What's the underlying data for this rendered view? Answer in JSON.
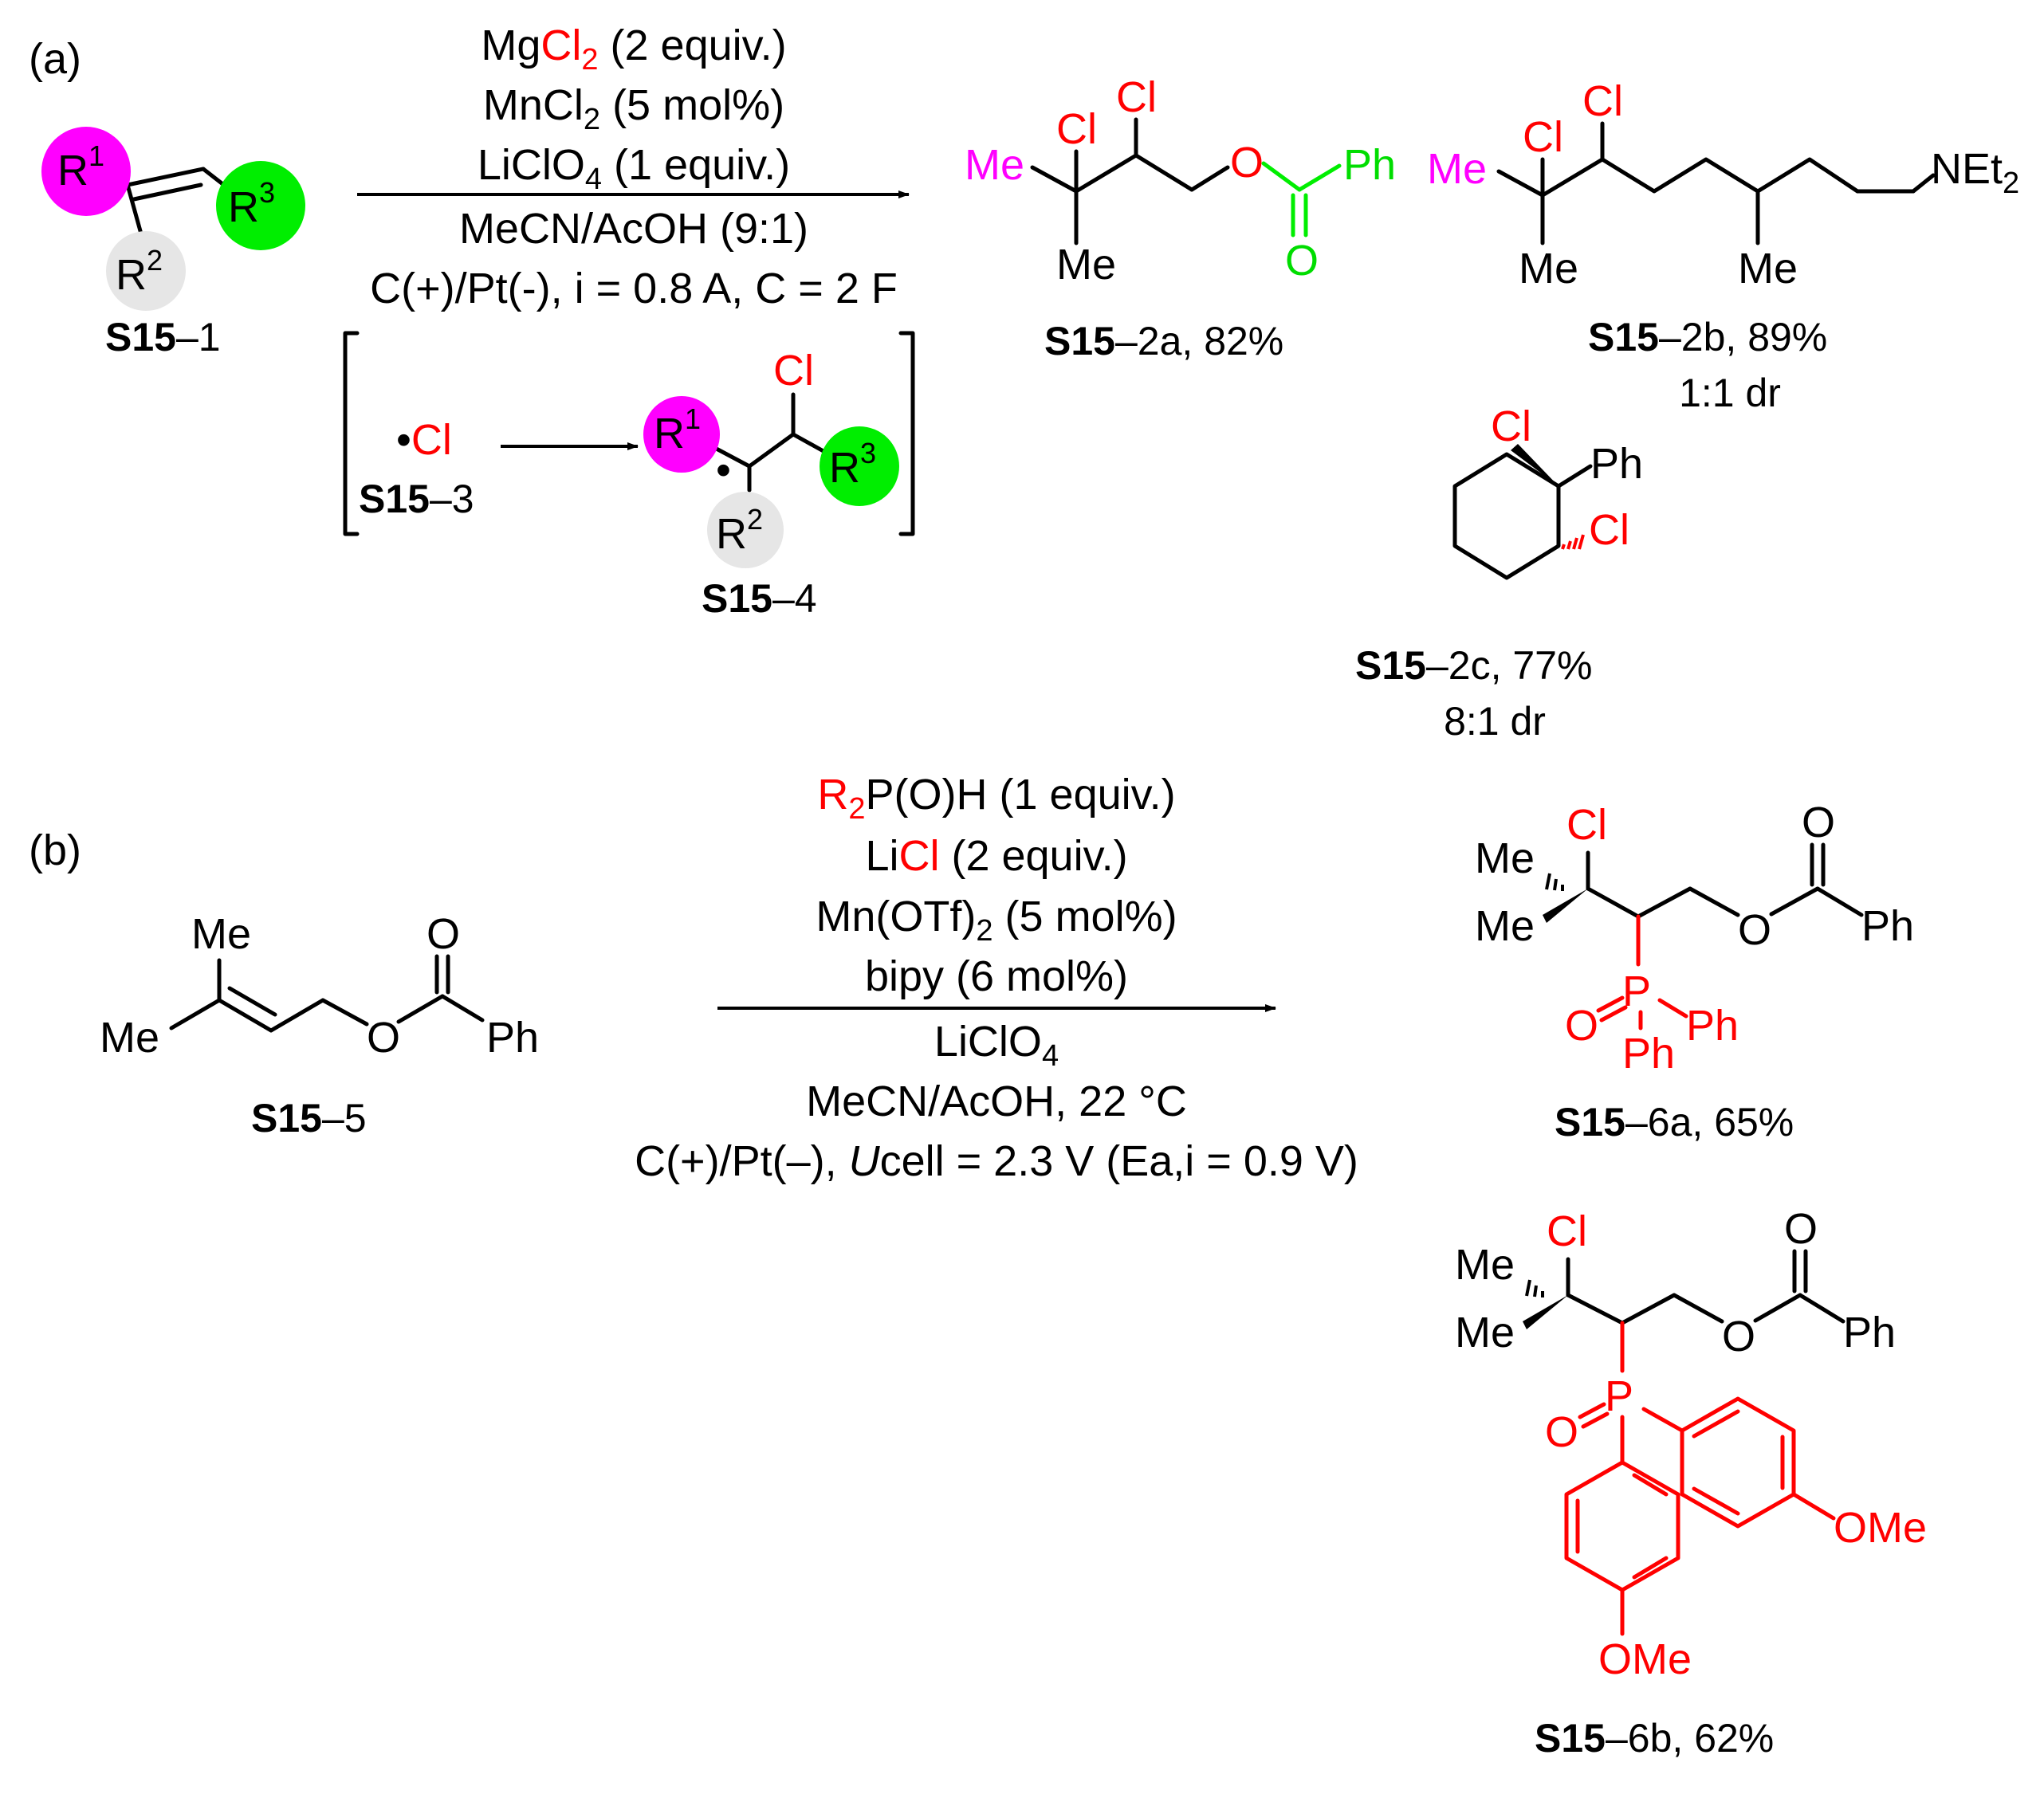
{
  "colors": {
    "halogen": "#ff0000",
    "r1": "#ff00ff",
    "r3": "#00ee00",
    "r2": "#e6e6e6"
  },
  "panel_a": {
    "label": "(a)",
    "reagents": {
      "line1_pre": "Mg",
      "line1_cl": "Cl",
      "line1_sub": "2",
      "line1_post": " (2 equiv.)",
      "line2_pre": "MnCl",
      "line2_sub": "2",
      "line2_post": " (5 mol%)",
      "line3_pre": "LiClO",
      "line3_sub": "4",
      "line3_post": " (1 equiv.)",
      "line4": "MeCN/AcOH (9:1)",
      "line5": "C(+)/Pt(-), i = 0.8 A, C = 2 F"
    },
    "substrate": {
      "r1": "R",
      "r1_sup": "1",
      "r2": "R",
      "r2_sup": "2",
      "r3": "R",
      "r3_sup": "3",
      "name": "S15",
      "num": "–1"
    },
    "radical": {
      "dot": "•",
      "cl": "Cl",
      "name": "S15",
      "num": "–3"
    },
    "intermediate": {
      "cl": "Cl",
      "dot": "•",
      "name": "S15",
      "num": "–4"
    },
    "p2a": {
      "me_top": "Me",
      "me_bot": "Me",
      "cl1": "Cl",
      "cl2": "Cl",
      "o": "O",
      "o_co": "O",
      "ph": "Ph",
      "name": "S15",
      "num": "–2a",
      "yield": ", 82%"
    },
    "p2b": {
      "me_top": "Me",
      "me_bot": "Me",
      "me_chain": "Me",
      "cl1": "Cl",
      "cl2": "Cl",
      "net_pre": "NEt",
      "net_sub": "2",
      "name": "S15",
      "num": "–2b",
      "yield": ", 89%",
      "dr": "1:1 dr"
    },
    "p2c": {
      "cl1": "Cl",
      "cl2": "Cl",
      "ph": "Ph",
      "name": "S15",
      "num": "–2c",
      "yield": ", 77%",
      "dr": "8:1 dr"
    }
  },
  "panel_b": {
    "label": "(b)",
    "reagents": {
      "line1_r": "R",
      "line1_sub": "2",
      "line1_post": "P(O)H (1 equiv.)",
      "line2_pre": "Li",
      "line2_cl": "Cl",
      "line2_post": " (2 equiv.)",
      "line3_pre": "Mn(OTf)",
      "line3_sub": "2",
      "line3_post": " (5 mol%)",
      "line4": "bipy (6 mol%)",
      "line5_pre": "LiClO",
      "line5_sub": "4",
      "line6": "MeCN/AcOH, 22 °C",
      "line7_pre": "C(+)/Pt(–), ",
      "line7_it": "U",
      "line7_post": "cell = 2.3 V (Ea,i = 0.9 V)"
    },
    "s5": {
      "me_top": "Me",
      "me_bot": "Me",
      "o": "O",
      "o_co": "O",
      "ph": "Ph",
      "name": "S15",
      "num": "–5"
    },
    "p6a": {
      "me_top": "Me",
      "me_bot": "Me",
      "cl": "Cl",
      "o": "O",
      "o_co": "O",
      "ph": "Ph",
      "p": "P",
      "po": "O",
      "ph1": "Ph",
      "ph2": "Ph",
      "name": "S15",
      "num": "–6a",
      "yield": ", 65%"
    },
    "p6b": {
      "me_top": "Me",
      "me_bot": "Me",
      "cl": "Cl",
      "o": "O",
      "o_co": "O",
      "ph": "Ph",
      "p": "P",
      "po": "O",
      "ome1": "OMe",
      "ome2": "OMe",
      "name": "S15",
      "num": "–6b",
      "yield": ", 62%"
    }
  }
}
